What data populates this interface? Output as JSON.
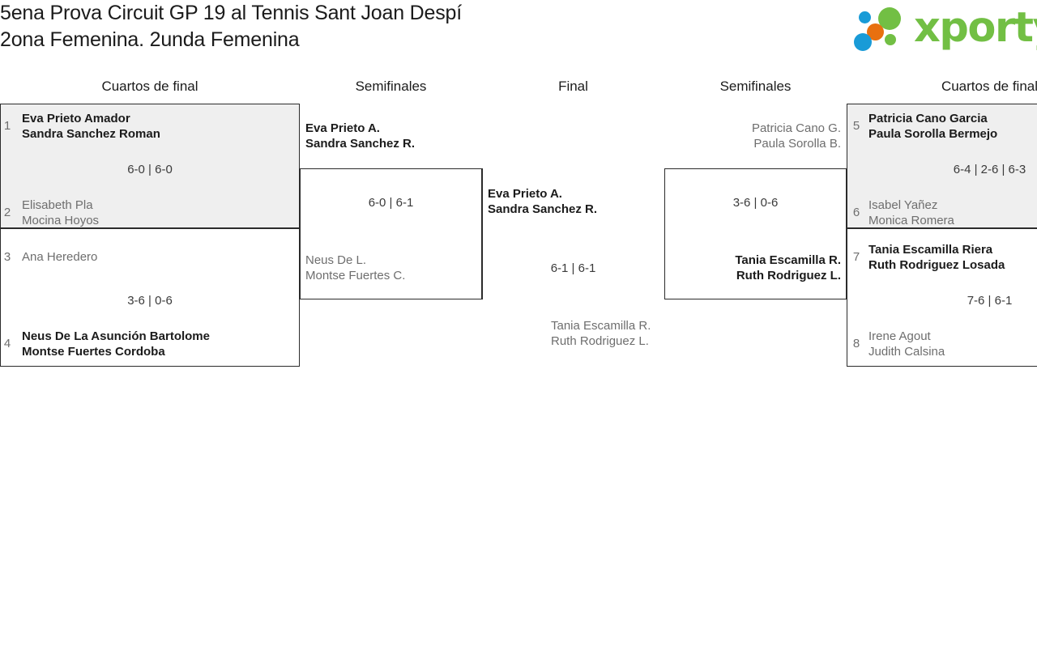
{
  "header": {
    "title_line1": "5ena Prova Circuit GP 19 al Tennis Sant Joan Despí",
    "title_line2": "2ona Femenina. 2unda Femenina",
    "logo_text": "xporty",
    "logo_colors": {
      "green": "#72bf44",
      "blue": "#199bd7",
      "orange": "#e8700f"
    }
  },
  "rounds": [
    {
      "label": "Cuartos de final"
    },
    {
      "label": "Semifinales"
    },
    {
      "label": "Final"
    },
    {
      "label": "Semifinales"
    },
    {
      "label": "Cuartos de final"
    }
  ],
  "bracket": {
    "left_quarterfinals": [
      {
        "shaded": true,
        "top": {
          "seed": "1",
          "line1": "Eva Prieto Amador",
          "line2": "Sandra Sanchez Roman",
          "result": "winner"
        },
        "bottom": {
          "seed": "2",
          "line1": "Elisabeth Pla",
          "line2": "Mocina Hoyos",
          "result": "loser"
        },
        "score": "6-0 | 6-0"
      },
      {
        "shaded": false,
        "top": {
          "seed": "3",
          "line1": "Ana Heredero",
          "line2": "",
          "result": "loser"
        },
        "bottom": {
          "seed": "4",
          "line1": "Neus De La Asunción Bartolome",
          "line2": "Montse Fuertes Cordoba",
          "result": "winner"
        },
        "score": "3-6 | 0-6"
      }
    ],
    "left_semifinal": {
      "top": {
        "line1": "Eva Prieto A.",
        "line2": "Sandra Sanchez R.",
        "result": "winner"
      },
      "bottom": {
        "line1": "Neus De L.",
        "line2": "Montse Fuertes C.",
        "result": "loser"
      },
      "score": "6-0 | 6-1"
    },
    "final": {
      "top": {
        "line1": "Eva Prieto A.",
        "line2": "Sandra Sanchez R.",
        "result": "winner"
      },
      "bottom": {
        "line1": "Tania Escamilla R.",
        "line2": "Ruth Rodriguez L.",
        "result": "loser"
      },
      "score": "6-1 | 6-1"
    },
    "right_semifinal": {
      "top": {
        "line1": "Patricia Cano G.",
        "line2": "Paula Sorolla B.",
        "result": "loser"
      },
      "bottom": {
        "line1": "Tania Escamilla R.",
        "line2": "Ruth Rodriguez L.",
        "result": "winner"
      },
      "score": "3-6 | 0-6"
    },
    "right_quarterfinals": [
      {
        "shaded": true,
        "top": {
          "seed": "5",
          "line1": "Patricia Cano Garcia",
          "line2": "Paula Sorolla Bermejo",
          "result": "winner"
        },
        "bottom": {
          "seed": "6",
          "line1": "Isabel Yañez",
          "line2": "Monica Romera",
          "result": "loser"
        },
        "score": "6-4 | 2-6 | 6-3"
      },
      {
        "shaded": false,
        "top": {
          "seed": "7",
          "line1": "Tania Escamilla Riera",
          "line2": "Ruth Rodriguez Losada",
          "result": "winner"
        },
        "bottom": {
          "seed": "8",
          "line1": "Irene Agout",
          "line2": "Judith Calsina",
          "result": "loser"
        },
        "score": "7-6 | 6-1"
      }
    ]
  }
}
